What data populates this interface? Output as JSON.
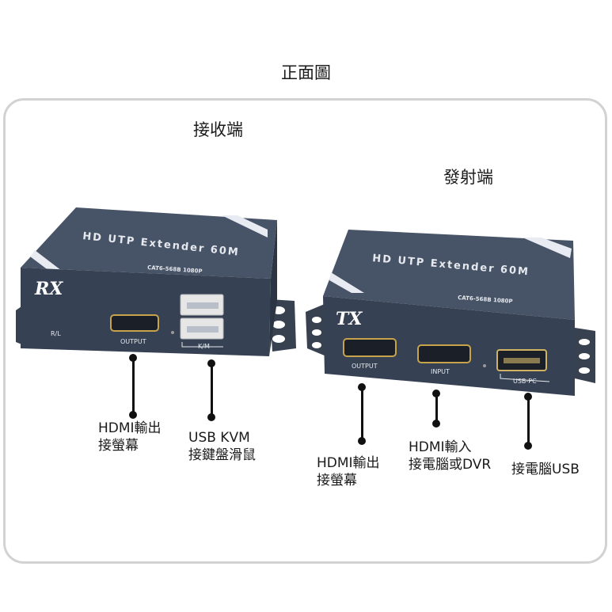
{
  "page_title": "正面圖",
  "receiver": {
    "title": "接收端",
    "brand_text": "HD UTP Extender 60M",
    "spec_text": "CAT6-568B  1080P",
    "badge": "RX",
    "port_labels": {
      "rl": "R/L",
      "output": "OUTPUT",
      "km": "K/M"
    },
    "callouts": [
      {
        "line1": "HDMI輸出",
        "line2": "接螢幕"
      },
      {
        "line1": "USB KVM",
        "line2": "接鍵盤滑鼠"
      }
    ]
  },
  "transmitter": {
    "title": "發射端",
    "brand_text": "HD UTP Extender 60M",
    "spec_text": "CAT6-568B  1080P",
    "badge": "TX",
    "port_labels": {
      "output": "OUTPUT",
      "input": "INPUT",
      "usbpc": "USB-PC"
    },
    "callouts": [
      {
        "line1": "HDMI輸出",
        "line2": "接螢幕"
      },
      {
        "line1": "HDMI輸入",
        "line2": "接電腦或DVR"
      },
      {
        "line1": "接電腦USB",
        "line2": ""
      }
    ]
  },
  "colors": {
    "device_body": "#3a4556",
    "device_top": "#4a5568",
    "frame": "#d2d2d2"
  }
}
